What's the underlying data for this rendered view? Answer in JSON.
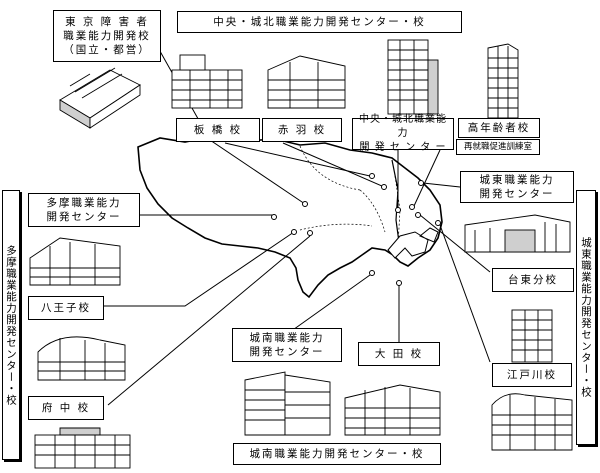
{
  "headings": {
    "chuo_jonan_title": "中央・城北職業能力開発センター・校",
    "tama_title": "多摩職業能力開発センター・校",
    "joto_title": "城東職業能力開発センター・校",
    "jonan_title": "城南職業能力開発センター・校"
  },
  "facilities": {
    "shogai": "東 京 障 害 者\n職業能力開発校\n（国立・都営）",
    "itabashi": "板 橋 校",
    "akabane": "赤 羽 校",
    "chuo_johoku": "中央・城北職業能力\n開 発 セ ン タ ー",
    "konenrei": "高年齢者校",
    "konenrei_sub": "再就職促進訓練室",
    "joto": "城東職業能力\n開発センター",
    "taito": "台東分校",
    "tama": "多摩職業能力\n開発センター",
    "hachioji": "八王子校",
    "fuchu": "府 中 校",
    "jonan": "城南職業能力\n開発センター",
    "ota": "大 田 校",
    "edogawa": "江戸川校"
  },
  "colors": {
    "ink": "#000000",
    "paper": "#ffffff",
    "shade": "#cfcfcf"
  }
}
